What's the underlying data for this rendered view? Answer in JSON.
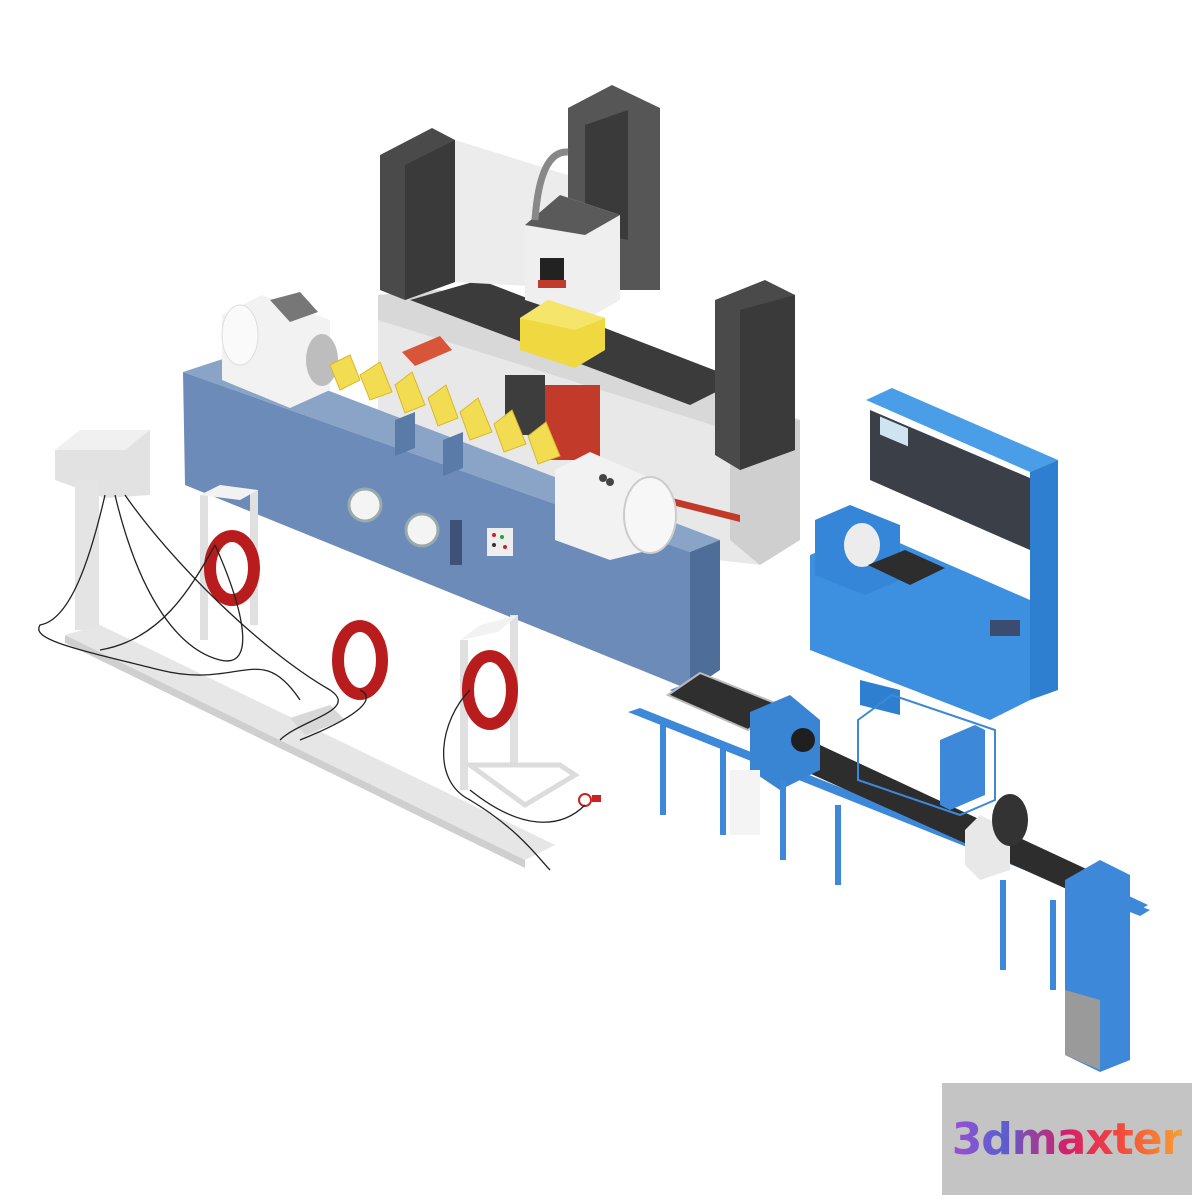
{
  "scene": {
    "description": "Isometric 3D render of industrial testing / machining equipment on white background",
    "background_color": "#ffffff",
    "objects": [
      {
        "id": "grinding-machine",
        "label": "Surface grinding machine (grey/white with dark columns, yellow workpiece)",
        "colors": {
          "column": "#4a4a4a",
          "body": "#e6e6e6",
          "accent": "#c23a2a",
          "workpiece": "#f0d840"
        }
      },
      {
        "id": "crankshaft-test-bench",
        "label": "Blue crankshaft test bench with yellow crankshaft between white headstock and tailstock",
        "colors": {
          "body": "#6d8bb8",
          "crankshaft": "#f2dc52",
          "heads": "#f2f2f2"
        }
      },
      {
        "id": "cnc-control-cabinet",
        "label": "Blue CNC control cabinet with operator panel",
        "colors": {
          "body": "#3d8fe0",
          "panel": "#3a3f48"
        }
      },
      {
        "id": "conveyor-line",
        "label": "Blue framed conveyor line with black belt",
        "colors": {
          "frame": "#3d88d8",
          "belt": "#2d2d2d"
        }
      },
      {
        "id": "magnetizing-coils",
        "label": "Red magnetizing coils on white stands with black cables and control box",
        "colors": {
          "coil": "#b81c1c",
          "stand": "#e6e6e6",
          "cable": "#222222"
        }
      }
    ]
  },
  "watermark": {
    "text": "3dmaxter",
    "background": "#c4c4c4",
    "gradient": [
      "#9b4fd0",
      "#5a5fd0",
      "#d4206a",
      "#f04040",
      "#f7a030"
    ]
  }
}
